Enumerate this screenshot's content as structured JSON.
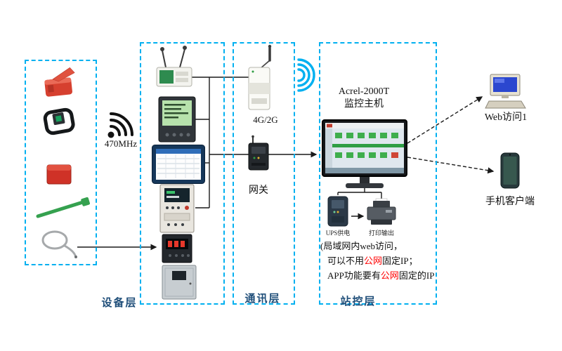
{
  "layers": {
    "device_label": "设备层",
    "comm_label": "通讯层",
    "station_label": "站控层"
  },
  "device_layer": {
    "freq": "470MHz"
  },
  "comm_layer": {
    "network": "4G/2G",
    "gateway": "网关"
  },
  "station_layer": {
    "host_name": "Acrel-2000T",
    "host_role": "监控主机",
    "ups": "UPS供电",
    "printer": "打印输出",
    "note_line1": "(局域网内web访问，",
    "note_line2_pre": "可以不用",
    "note_line2_highlight": "公网",
    "note_line2_post": "固定IP；",
    "note_line3_pre": "APP功能要有",
    "note_line3_highlight": "公网",
    "note_line3_post": "固定的IP"
  },
  "clients": {
    "web": "Web访问1",
    "mobile": "手机客户端"
  },
  "colors": {
    "box_border": "#00b0f0",
    "layer_label": "#1f4e79",
    "highlight": "#ff0000",
    "signal_wave": "#00b0f0"
  }
}
